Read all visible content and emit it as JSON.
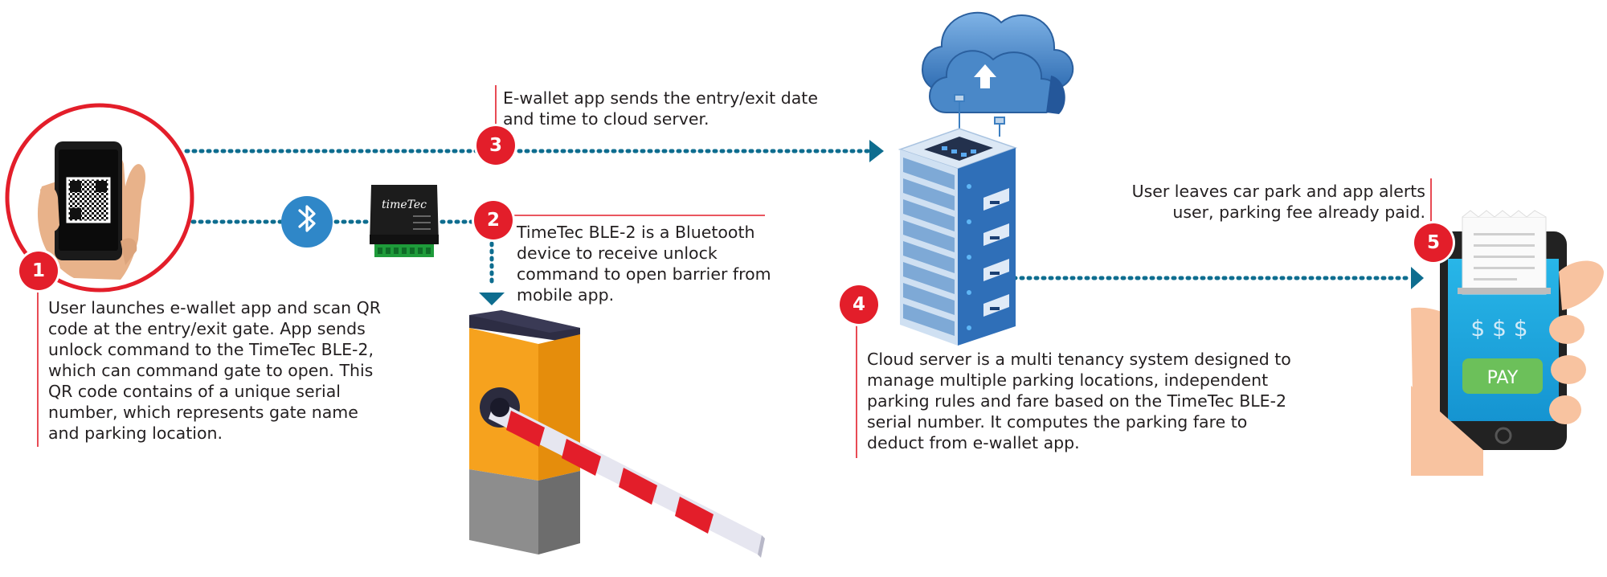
{
  "steps": [
    {
      "number": "1",
      "text": "User launches e-wallet app and scan QR code at the entry/exit gate. App sends unlock command to the TimeTec BLE-2, which can command gate to open. This QR code contains of a unique serial number, which represents gate name and parking location."
    },
    {
      "number": "2",
      "text": "TimeTec BLE-2 is a Bluetooth device to receive unlock command to open barrier from mobile app."
    },
    {
      "number": "3",
      "text": "E-wallet app sends the entry/exit date and time to cloud server."
    },
    {
      "number": "4",
      "text": "Cloud server is a multi tenancy system designed to manage multiple parking locations, independent parking rules and fare based on the TimeTec BLE-2 serial number. It computes the parking fare to deduct from e-wallet app."
    },
    {
      "number": "5",
      "text": "User leaves car park and app alerts user, parking fee already paid."
    }
  ],
  "device_brand": "timeTec",
  "phone_screen": {
    "price": "$ $ $",
    "pay_label": "PAY"
  },
  "colors": {
    "accent_red": "#e31e2a",
    "flow_blue": "#0e6d8f",
    "bluetooth_blue": "#2f87c8",
    "cloud_blue": "#3d7fc1"
  },
  "icons": [
    "qr-phone-hand-icon",
    "bluetooth-icon",
    "ble-controller-icon",
    "barrier-gate-icon",
    "cloud-icon",
    "server-rack-icon",
    "payment-phone-hand-icon"
  ]
}
